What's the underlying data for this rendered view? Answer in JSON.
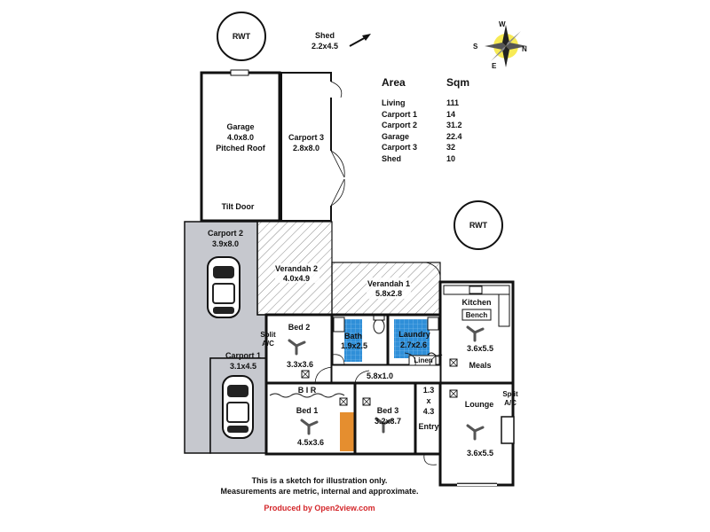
{
  "rooms": {
    "garage": {
      "name": "Garage",
      "size": "4.0x8.0",
      "note": "Pitched Roof",
      "door": "Tilt Door"
    },
    "carport3": {
      "name": "Carport 3",
      "size": "2.8x8.0"
    },
    "carport2": {
      "name": "Carport 2",
      "size": "3.9x8.0"
    },
    "carport1": {
      "name": "Carport 1",
      "size": "3.1x4.5"
    },
    "verandah2": {
      "name": "Verandah 2",
      "size": "4.0x4.9"
    },
    "verandah1": {
      "name": "Verandah 1",
      "size": "5.8x2.8"
    },
    "bed2": {
      "name": "Bed 2",
      "size": "3.3x3.6"
    },
    "bath": {
      "name": "Bath",
      "size": "1.9x2.5"
    },
    "laundry": {
      "name": "Laundry",
      "size": "2.7x2.6"
    },
    "linen": {
      "name": "Linen"
    },
    "kitchen": {
      "name": "Kitchen",
      "bench": "Bench"
    },
    "meals": {
      "name": "Meals",
      "size": "3.6x5.5"
    },
    "hall": {
      "size": "5.8x1.0"
    },
    "bir": {
      "name": "B I R"
    },
    "bed1": {
      "name": "Bed 1",
      "size": "4.5x3.6"
    },
    "bed3": {
      "name": "Bed 3",
      "size": "3.2x3.7"
    },
    "entry": {
      "name": "Entry",
      "w": "1.3",
      "x": "x",
      "h": "4.3"
    },
    "lounge": {
      "name": "Lounge",
      "size": "3.6x5.5"
    }
  },
  "shed": {
    "name": "Shed",
    "size": "2.2x4.5"
  },
  "rwt_top": "RWT",
  "rwt_right": "RWT",
  "split_ac_left": {
    "line1": "Split",
    "line2": "A/C"
  },
  "split_ac_right": {
    "line1": "Split",
    "line2": "A/C"
  },
  "compass": {
    "n": "N",
    "s": "S",
    "e": "E",
    "w": "W"
  },
  "area_table": {
    "header": {
      "area": "Area",
      "sqm": "Sqm"
    },
    "rows": [
      {
        "area": "Living",
        "sqm": "111"
      },
      {
        "area": "Carport 1",
        "sqm": "14"
      },
      {
        "area": "Carport 2",
        "sqm": "31.2"
      },
      {
        "area": "Garage",
        "sqm": "22.4"
      },
      {
        "area": "Carport 3",
        "sqm": "32"
      },
      {
        "area": "Shed",
        "sqm": "10"
      }
    ]
  },
  "notes": {
    "line1": "This is a sketch for illustration only.",
    "line2": "Measurements are metric, internal and approximate."
  },
  "credit": "Produced by Open2view.com",
  "colors": {
    "carport": "#c6c8ce",
    "wet": "#2f8fd8",
    "credit": "#d4272b",
    "sun": "#f5e52a"
  }
}
